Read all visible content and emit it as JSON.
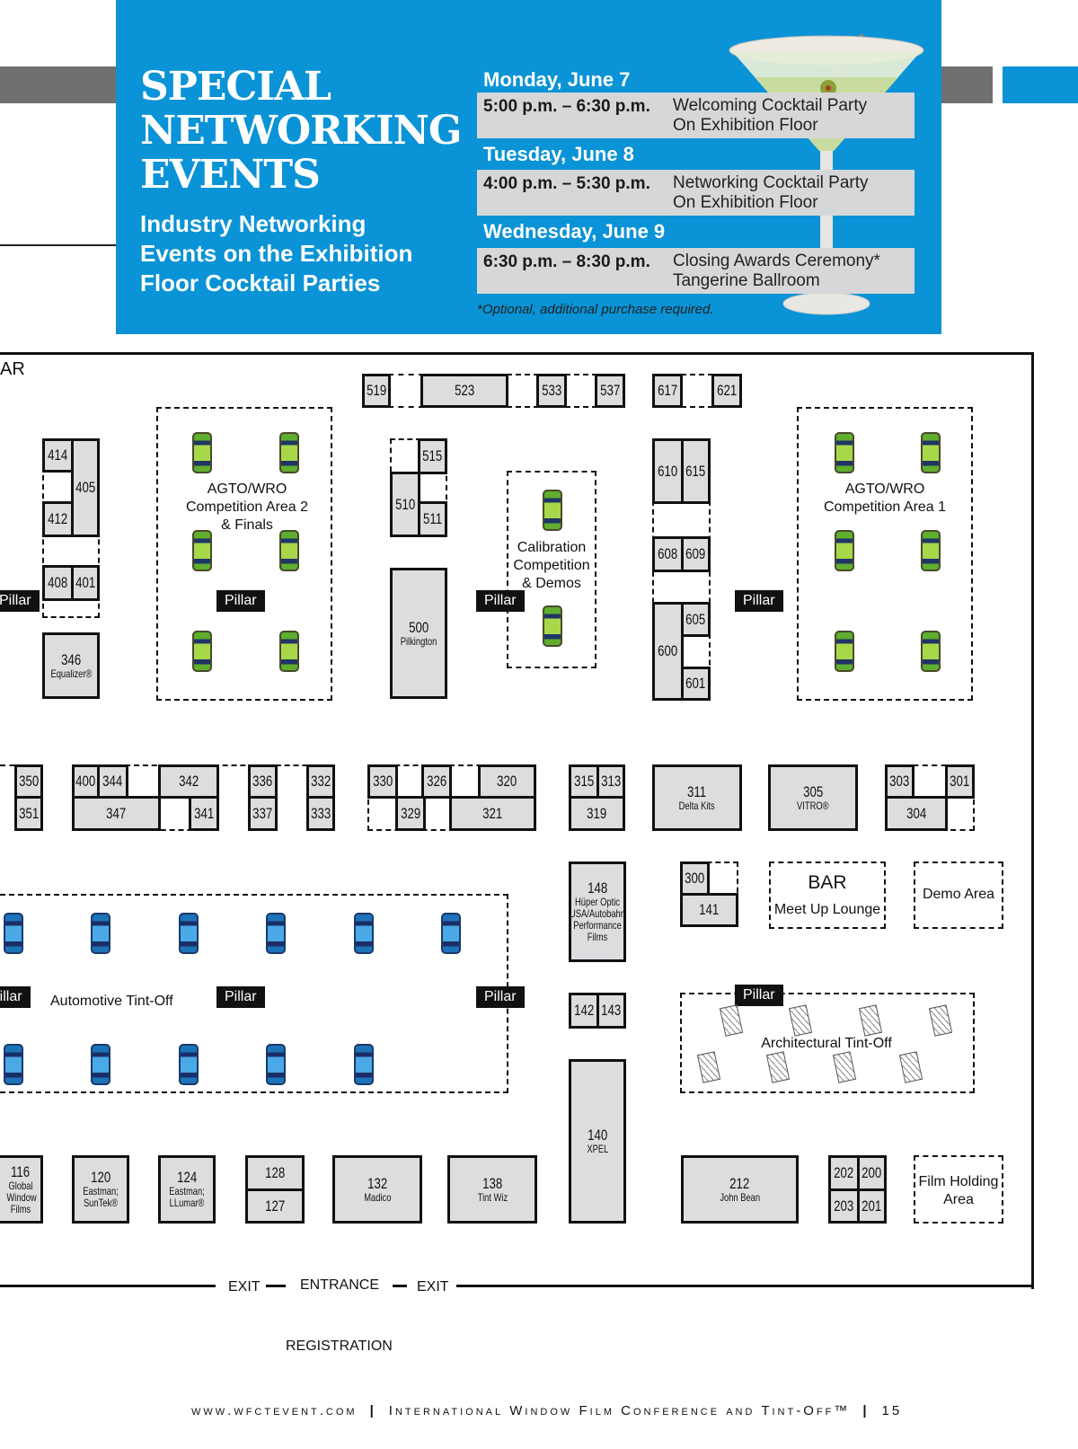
{
  "banner": {
    "title_lines": [
      "SPECIAL",
      "NETWORKING",
      "EVENTS"
    ],
    "subtitle_lines": [
      "Industry Networking",
      "Events on the Exhibition",
      "Floor Cocktail Parties"
    ],
    "accent_color": "#0a93d6",
    "days": [
      {
        "day": "Monday, June 7",
        "time": "5:00 p.m. – 6:30 p.m.",
        "event": "Welcoming Cocktail Party",
        "location": "On Exhibition Floor"
      },
      {
        "day": "Tuesday, June 8",
        "time": "4:00 p.m. – 5:30 p.m.",
        "event": "Networking Cocktail Party",
        "location": "On Exhibition Floor"
      },
      {
        "day": "Wednesday, June 9",
        "time": "6:30 p.m. – 8:30 p.m.",
        "event": "Closing Awards Ceremony*",
        "location": "Tangerine Ballroom"
      }
    ],
    "note": "*Optional, additional purchase required.",
    "image": "martini-glass-icon"
  },
  "floor": {
    "corner_label": "AR",
    "pillar_label": "Pillar",
    "areas": {
      "agto2": [
        "AGTO/WRO",
        "Competition Area 2",
        "& Finals"
      ],
      "agto1": [
        "AGTO/WRO",
        "Competition Area 1"
      ],
      "calibration": [
        "Calibration",
        "Competition",
        "& Demos"
      ],
      "auto_tintoff": "Automotive Tint-Off",
      "arch_tintoff": "Architectural Tint-Off",
      "bar": "BAR",
      "bar_sub": "Meet Up Lounge",
      "demo": "Demo Area",
      "film_holding": [
        "Film Holding",
        "Area"
      ]
    },
    "booths": {
      "b519": "519",
      "b523": "523",
      "b533": "533",
      "b537": "537",
      "b617": "617",
      "b621": "621",
      "b414": "414",
      "b405": "405",
      "b412": "412",
      "b408": "408",
      "b401": "401",
      "b346": "346",
      "b346n": "Equalizer®",
      "b515": "515",
      "b510": "510",
      "b511": "511",
      "b500": "500",
      "b500n": "Pilkington",
      "b610": "610",
      "b615": "615",
      "b608": "608",
      "b609": "609",
      "b600": "600",
      "b605": "605",
      "b601": "601",
      "b350": "350",
      "b351": "351",
      "b400": "400",
      "b344": "344",
      "b342": "342",
      "b347": "347",
      "b341": "341",
      "b336": "336",
      "b337": "337",
      "b332": "332",
      "b333": "333",
      "b330": "330",
      "b326": "326",
      "b320": "320",
      "b329": "329",
      "b321": "321",
      "b315": "315",
      "b313": "313",
      "b319": "319",
      "b311": "311",
      "b311n": "Delta Kits",
      "b305": "305",
      "b305n": "VITRO®",
      "b303": "303",
      "b301": "301",
      "b304": "304",
      "b148": "148",
      "b148n": "Hüper Optic USA/Autobahn Performance Films",
      "b300": "300",
      "b141": "141",
      "b142": "142",
      "b143": "143",
      "b140": "140",
      "b140n": "XPEL",
      "b116": "116",
      "b116n": "Global Window Films",
      "b120": "120",
      "b120n": "Eastman; SunTek®",
      "b124": "124",
      "b124n": "Eastman; LLumar®",
      "b128": "128",
      "b127": "127",
      "b132": "132",
      "b132n": "Madico",
      "b138": "138",
      "b138n": "Tint Wiz",
      "b212": "212",
      "b212n": "John Bean",
      "b202": "202",
      "b200": "200",
      "b203": "203",
      "b201": "201"
    },
    "exits": {
      "exit": "EXIT",
      "entrance": "ENTRANCE"
    },
    "registration": "REGISTRATION"
  },
  "footer": {
    "url": "www.wfctevent.com",
    "title": "International Window Film Conference and Tint-Off™",
    "page": "15"
  }
}
